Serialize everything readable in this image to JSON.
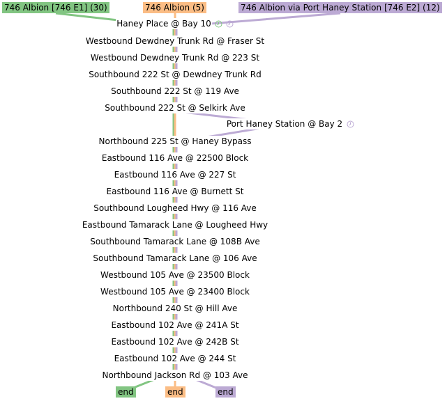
{
  "routes": [
    {
      "id": "r1",
      "label": "746 Albion [746 E1] (30)",
      "color": "#82c582"
    },
    {
      "id": "r2",
      "label": "746 Albion (5)",
      "color": "#fbbd85"
    },
    {
      "id": "r3",
      "label": "746 Albion via Port Haney Station [746 E2] (12)",
      "color": "#bcaad4"
    }
  ],
  "stops": [
    {
      "name": "Haney Place @ Bay 10"
    },
    {
      "name": "Westbound Dewdney Trunk Rd @ Fraser St"
    },
    {
      "name": "Westbound Dewdney Trunk Rd @ 223 St"
    },
    {
      "name": "Southbound 222 St @ Dewdney Trunk Rd"
    },
    {
      "name": "Southbound 222 St @ 119 Ave"
    },
    {
      "name": "Southbound 222 St @ Selkirk Ave"
    },
    {
      "name": "Port Haney Station @ Bay 2"
    },
    {
      "name": "Northbound 225 St @ Haney Bypass"
    },
    {
      "name": "Eastbound 116 Ave @ 22500 Block"
    },
    {
      "name": "Eastbound 116 Ave @ 227 St"
    },
    {
      "name": "Eastbound 116 Ave @ Burnett St"
    },
    {
      "name": "Southbound Lougheed Hwy @ 116 Ave"
    },
    {
      "name": "Eastbound Tamarack Lane @ Lougheed Hwy"
    },
    {
      "name": "Southbound Tamarack Lane @ 108B Ave"
    },
    {
      "name": "Southbound Tamarack Lane @ 106 Ave"
    },
    {
      "name": "Westbound 105 Ave @ 23500 Block"
    },
    {
      "name": "Westbound 105 Ave @ 23400 Block"
    },
    {
      "name": "Northbound 240 St @ Hill Ave"
    },
    {
      "name": "Eastbound 102 Ave @ 241A St"
    },
    {
      "name": "Eastbound 102 Ave @ 242B St"
    },
    {
      "name": "Eastbound 102 Ave @ 244 St"
    },
    {
      "name": "Northbound Jackson Rd @ 103 Ave"
    }
  ],
  "end_label": "end",
  "icons": [
    "clock-icon"
  ]
}
